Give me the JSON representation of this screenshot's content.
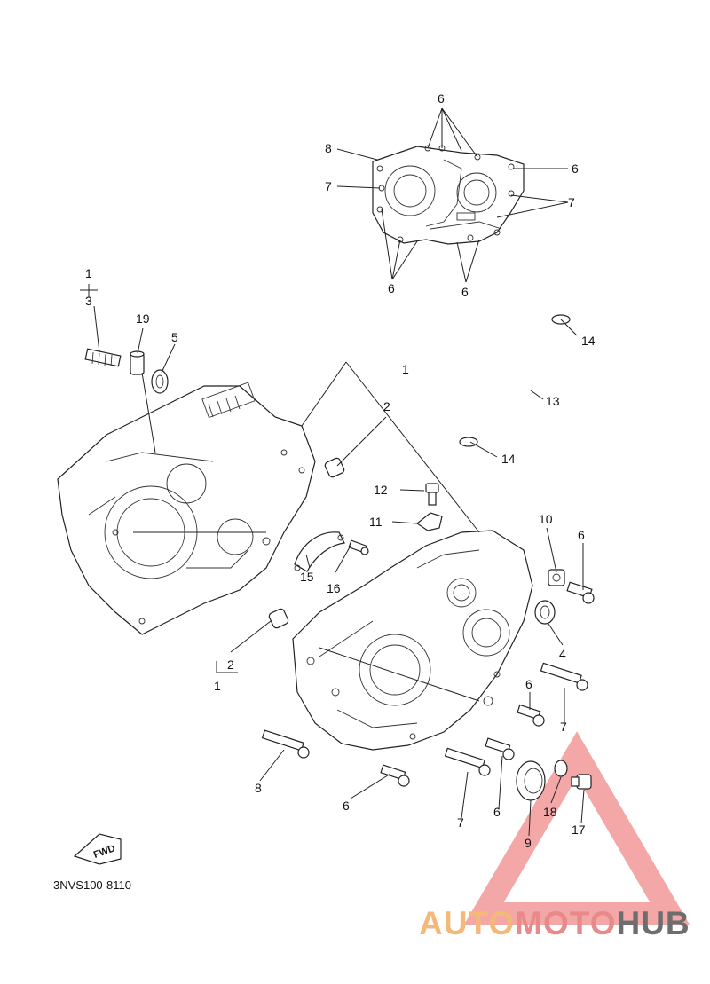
{
  "diagram": {
    "code": "3NVS100-8110",
    "fwd_label": "FWD",
    "callouts": [
      {
        "id": "c6a",
        "text": "6"
      },
      {
        "id": "c8a",
        "text": "8"
      },
      {
        "id": "c6b",
        "text": "6"
      },
      {
        "id": "c7a",
        "text": "7"
      },
      {
        "id": "c7b",
        "text": "7"
      },
      {
        "id": "c6c",
        "text": "6"
      },
      {
        "id": "c6d",
        "text": "6"
      },
      {
        "id": "c1a",
        "text": "1"
      },
      {
        "id": "c3a",
        "text": "3"
      },
      {
        "id": "c19",
        "text": "19"
      },
      {
        "id": "c5",
        "text": "5"
      },
      {
        "id": "c14a",
        "text": "14"
      },
      {
        "id": "c13",
        "text": "13"
      },
      {
        "id": "c1b",
        "text": "1"
      },
      {
        "id": "c2a",
        "text": "2"
      },
      {
        "id": "c14b",
        "text": "14"
      },
      {
        "id": "c12",
        "text": "12"
      },
      {
        "id": "c11",
        "text": "11"
      },
      {
        "id": "c10",
        "text": "10"
      },
      {
        "id": "c6e",
        "text": "6"
      },
      {
        "id": "c15",
        "text": "15"
      },
      {
        "id": "c16",
        "text": "16"
      },
      {
        "id": "c4",
        "text": "4"
      },
      {
        "id": "c2b",
        "text": "2"
      },
      {
        "id": "c1c",
        "text": "1"
      },
      {
        "id": "c6f",
        "text": "6"
      },
      {
        "id": "c7c",
        "text": "7"
      },
      {
        "id": "c8b",
        "text": "8"
      },
      {
        "id": "c6g",
        "text": "6"
      },
      {
        "id": "c7d",
        "text": "7"
      },
      {
        "id": "c6h",
        "text": "6"
      },
      {
        "id": "c18",
        "text": "18"
      },
      {
        "id": "c17",
        "text": "17"
      },
      {
        "id": "c9",
        "text": "9"
      }
    ]
  },
  "watermark": {
    "part1": "AUTO",
    "part2": "MOTO",
    "part3": "HUB",
    "color1": "#f4b979",
    "color2": "#e8898b",
    "color3": "#6d6d6d",
    "logo_color": "#f08a8a"
  }
}
